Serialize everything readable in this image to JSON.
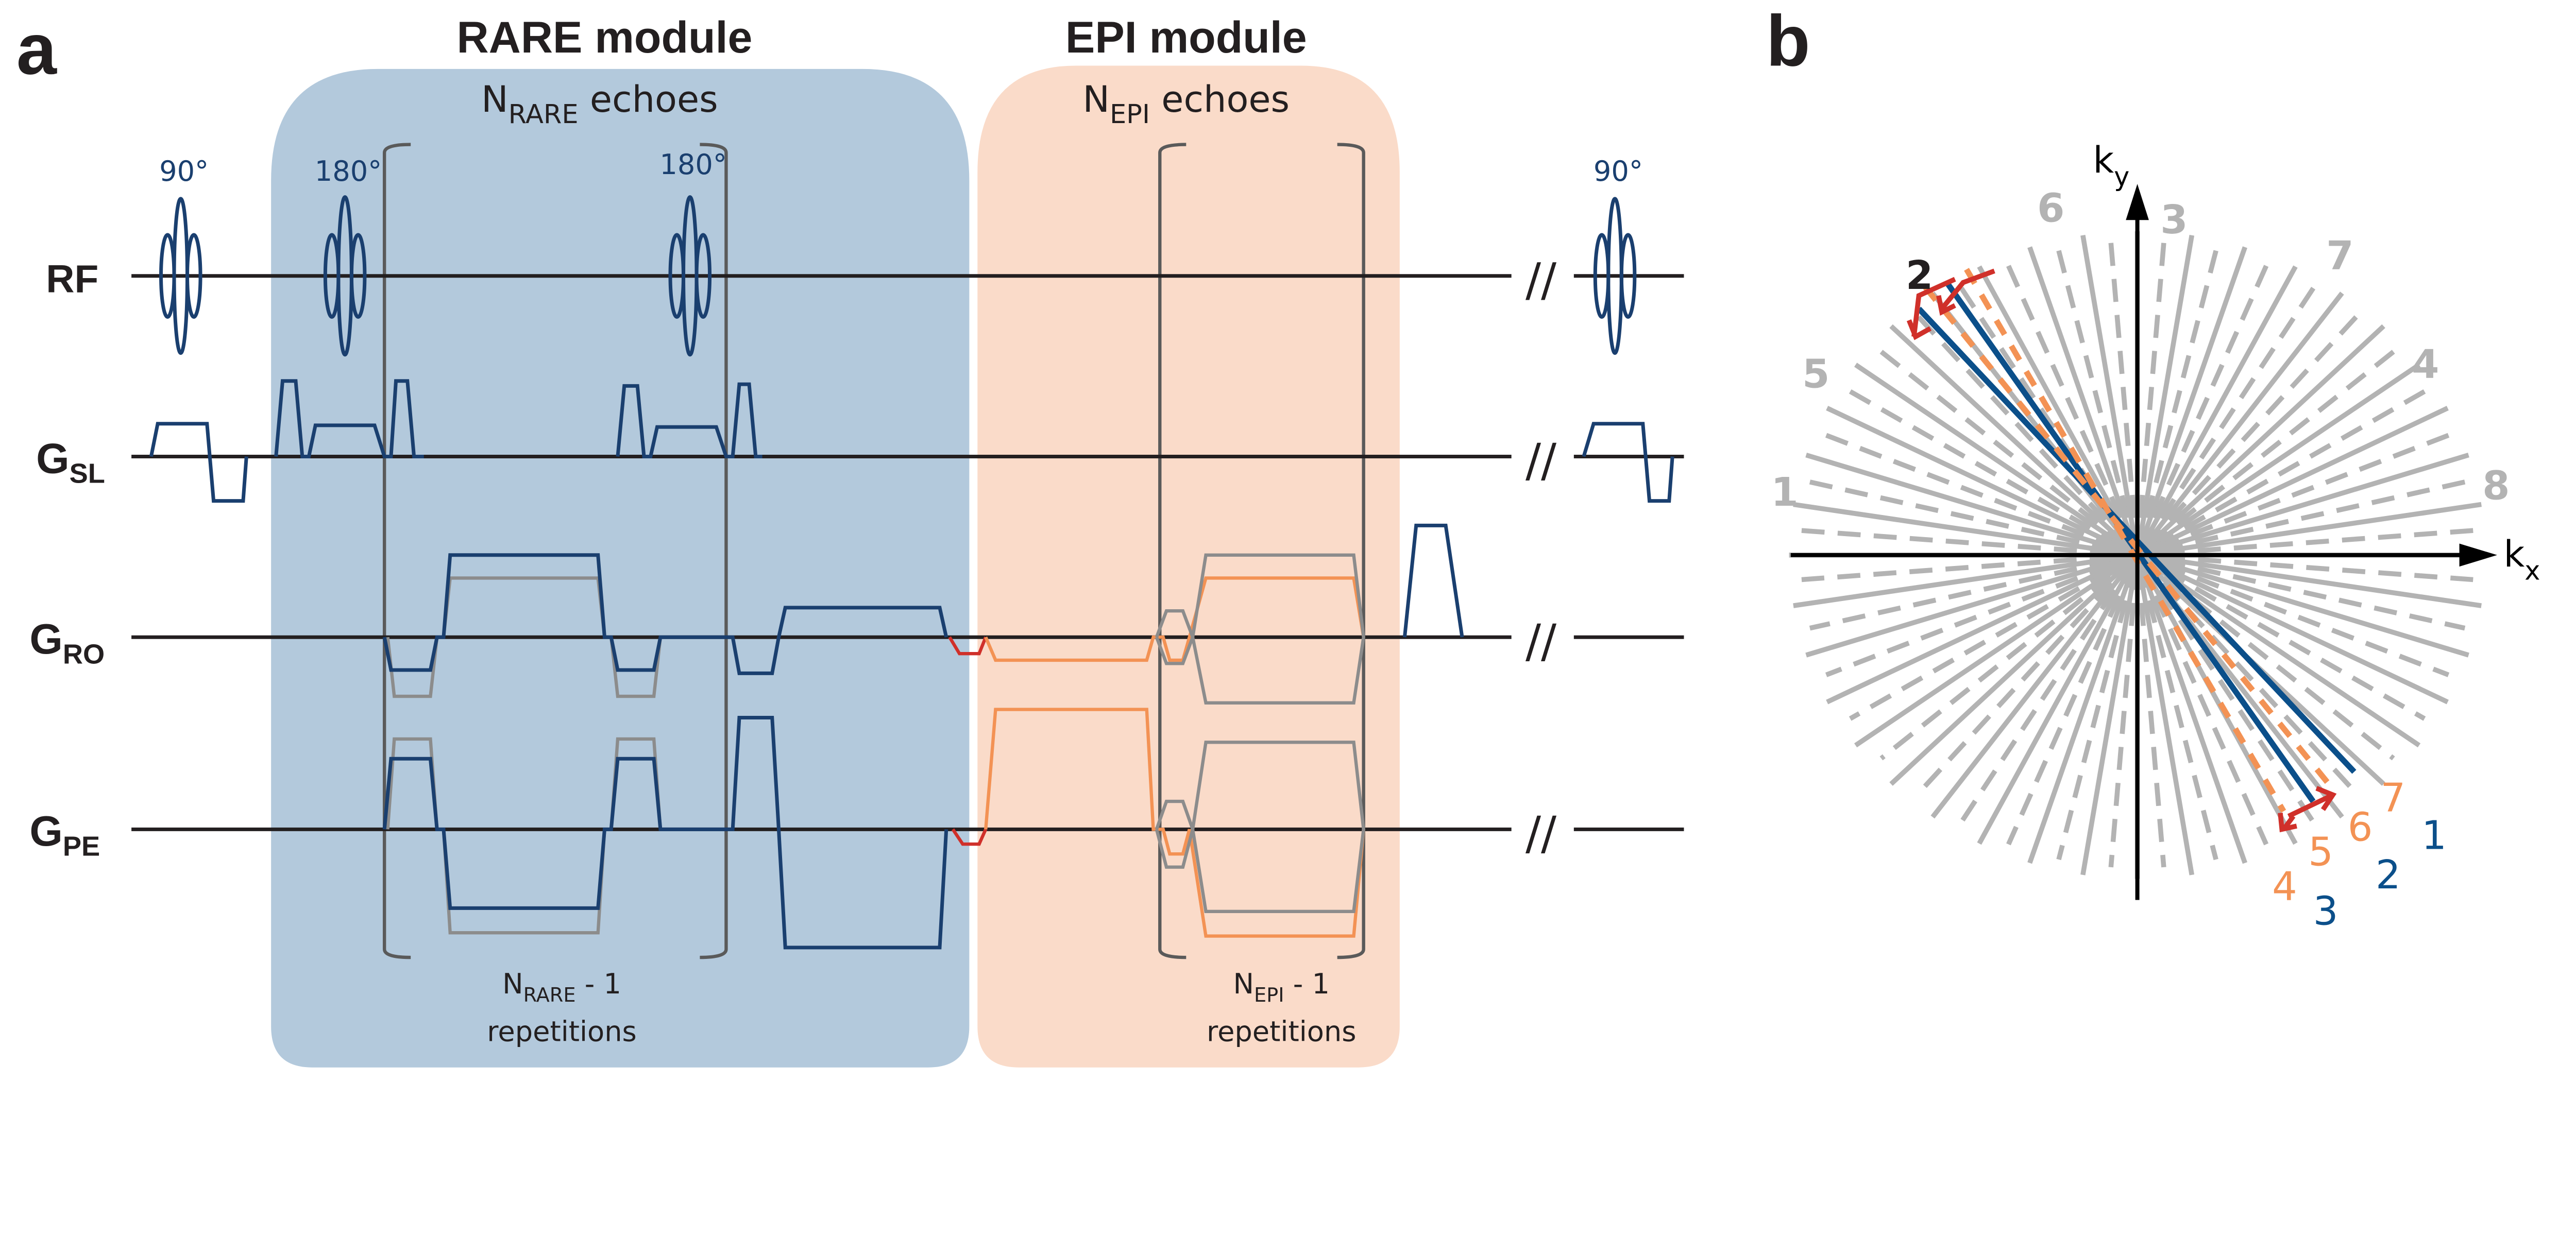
{
  "panel_a": {
    "label": "a",
    "rare": {
      "title": "RARE module",
      "echoes_n": "N",
      "echoes_sub": "RARE",
      "echoes_text": " echoes",
      "rep_n": "N",
      "rep_sub": "RARE",
      "rep_text": " - 1",
      "rep_label": "repetitions",
      "color": "#b3c9dc"
    },
    "epi": {
      "title": "EPI module",
      "echoes_n": "N",
      "echoes_sub": "EPI",
      "echoes_text": " echoes",
      "rep_n": "N",
      "rep_sub": "EPI",
      "rep_text": " - 1",
      "rep_label": "repetitions",
      "color": "#fadbc9"
    },
    "rows": {
      "rf": "RF",
      "gsl": "G",
      "gsl_sub": "SL",
      "gro": "G",
      "gro_sub": "RO",
      "gpe": "G",
      "gpe_sub": "PE"
    },
    "pulses": [
      "90°",
      "180°",
      "180°",
      "90°"
    ],
    "break_mark": "//"
  },
  "panel_b": {
    "label": "b",
    "kx": "k",
    "kx_sub": "x",
    "ky": "k",
    "ky_sub": "y",
    "grey_numbers": [
      "1",
      "5",
      "6",
      "3",
      "7",
      "4",
      "8"
    ],
    "highlight_number": "2",
    "orange_numbers": [
      "4",
      "5",
      "6",
      "7"
    ],
    "blue_numbers": [
      "1",
      "2",
      "3"
    ],
    "colors": {
      "spoke": "#b3b3b3",
      "blue": "#0b4f8a",
      "orange": "#f39254",
      "red": "#d0302a"
    }
  }
}
